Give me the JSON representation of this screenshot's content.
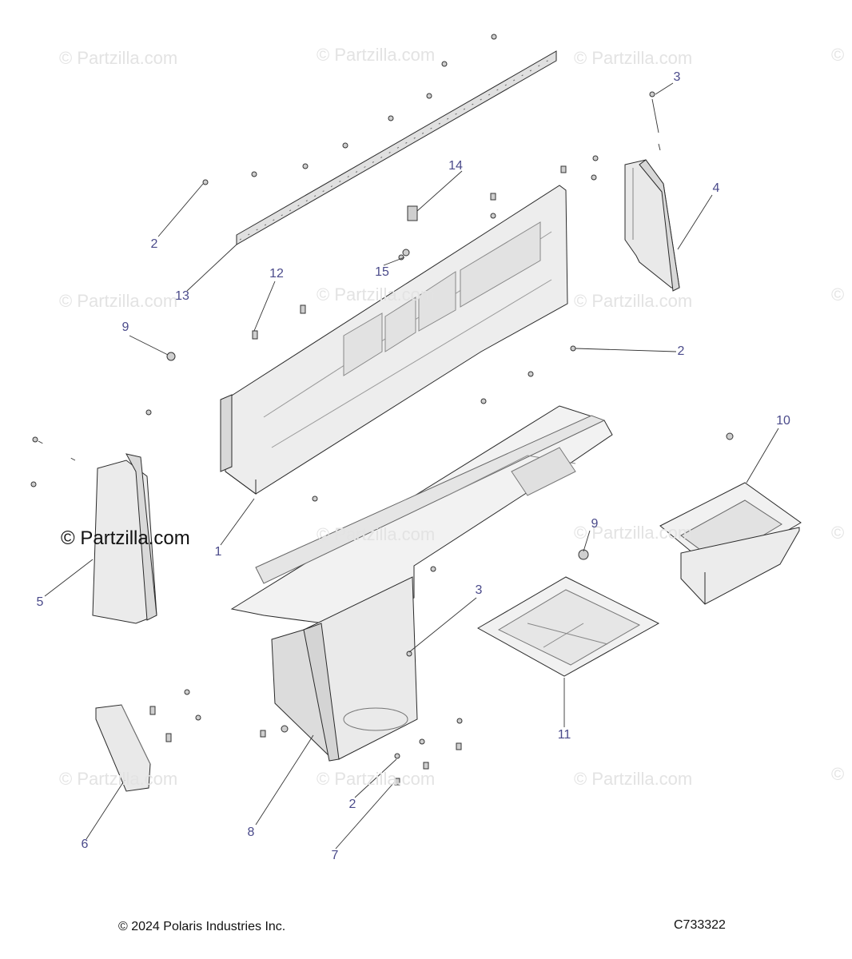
{
  "watermark": {
    "text": "© Partzilla.com",
    "symbol": "©",
    "prominent_text": "© Partzilla.com"
  },
  "callouts": [
    "3",
    "4",
    "14",
    "2",
    "13",
    "15",
    "12",
    "9",
    "2",
    "10",
    "1",
    "9",
    "5",
    "3",
    "11",
    "8",
    "2",
    "6",
    "7"
  ],
  "footer": {
    "copyright": "© 2024 Polaris Industries Inc.",
    "diagram_id": "C733322"
  },
  "colors": {
    "line": "#2a2a2a",
    "part_fill": "#e9e9e9",
    "part_fill_light": "#f3f3f3",
    "callout": "#4a4a8a",
    "watermark": "#e3e3e3"
  }
}
